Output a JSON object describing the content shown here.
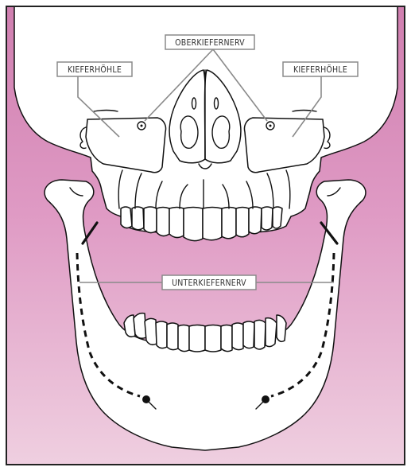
{
  "labels": {
    "upper_nerve": "OBERKIEFERNERV",
    "sinus_left": "KIEFERHÖHLE",
    "sinus_right": "KIEFERHÖHLE",
    "lower_nerve": "UNTERKIEFERNERV"
  },
  "colors": {
    "background_top": "#d886b8",
    "background_bottom": "#ecc6da",
    "outline": "#111111",
    "leader_line": "#8a8a8a",
    "frame_border": "#222222"
  }
}
